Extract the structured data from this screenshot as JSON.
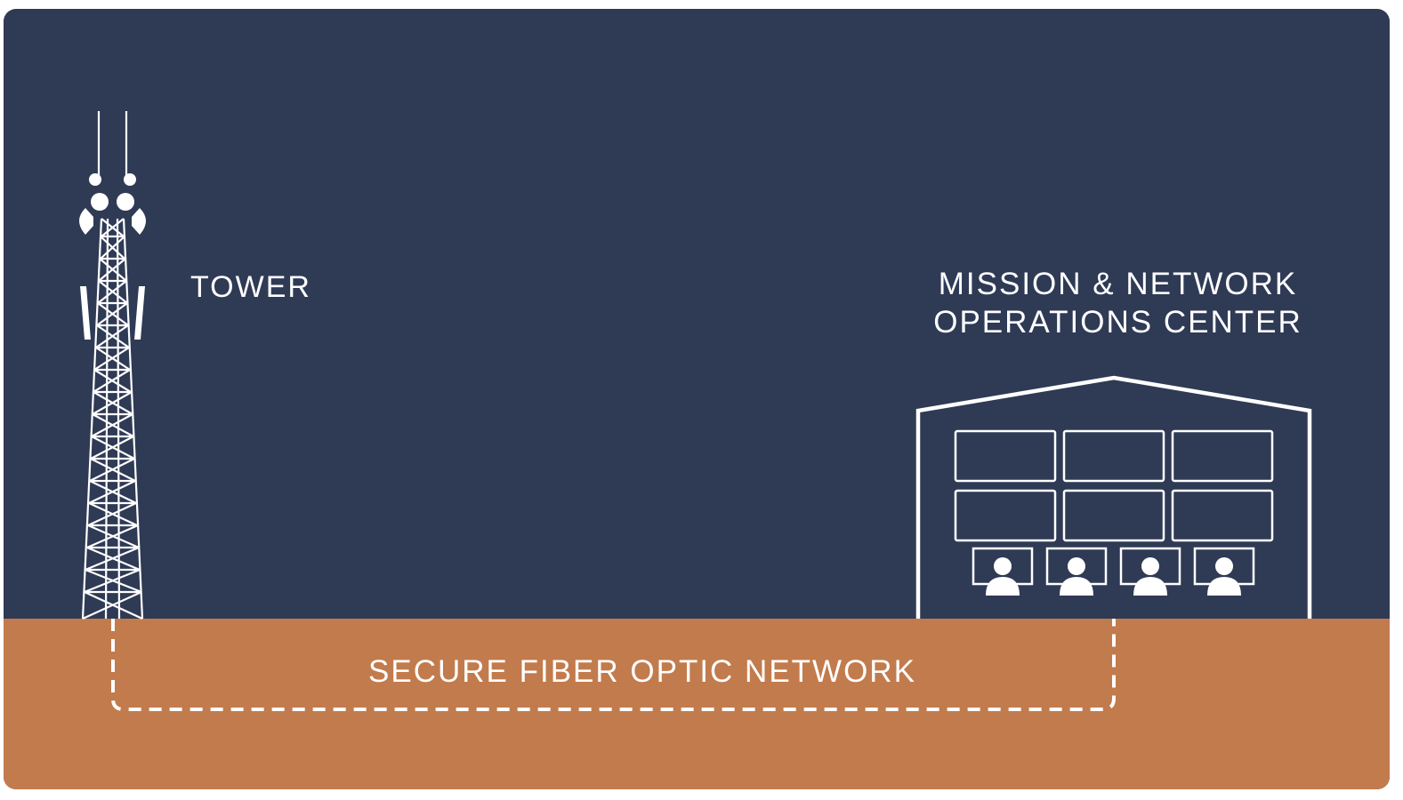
{
  "labels": {
    "tower": "TOWER",
    "center_line1": "MISSION & NETWORK",
    "center_line2": "OPERATIONS CENTER",
    "network": "SECURE FIBER OPTIC NETWORK"
  },
  "colors": {
    "sky": "#2f3a55",
    "ground": "#c27b4d",
    "line": "#ffffff"
  },
  "icons": {
    "tower": "cell-tower-icon",
    "building": "operations-center-building-icon",
    "operator": "person-at-monitor-icon"
  }
}
